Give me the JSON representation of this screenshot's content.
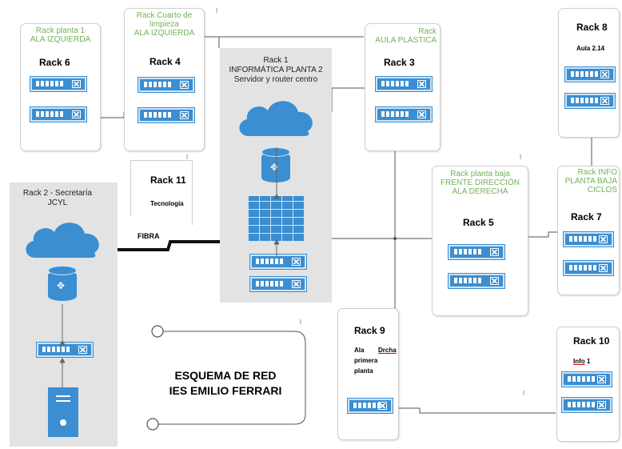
{
  "rack6": {
    "label": "Rack planta 1\nALA IZQUIERDA",
    "title": "Rack 6"
  },
  "rack4": {
    "label": "Rack Cuarto de\nlimpieza\nALA IZQUIERDA",
    "title": "Rack 4"
  },
  "rack1": {
    "label": "Rack 1\nINFORMÁTICA PLANTA 2\nServidor y router centro"
  },
  "rack3": {
    "label": "Rack\nAULA PLÁSTICA",
    "title": "Rack 3"
  },
  "rack8": {
    "title": "Rack 8",
    "subtitle": "Aula 2.14"
  },
  "rack11": {
    "title": "Rack 11",
    "subtitle": "Tecnología"
  },
  "rack2": {
    "label": "Rack 2 - Secretaría\nJCYL"
  },
  "fibra": "FIBRA",
  "rack5": {
    "label": "Rack planta baja\nFRENTE DIRECCIÓN\nALA DERECHA",
    "title": "Rack 5"
  },
  "rack7": {
    "label": "Rack INFO\nPLANTA BAJA\nCICLOS",
    "title": "Rack 7"
  },
  "rack9": {
    "title": "Rack 9",
    "line1_a": "Ala",
    "line1_b": "Drcha",
    "line2": "primera",
    "line3": "planta"
  },
  "rack10": {
    "title": "Rack 10",
    "info_a": "Info",
    "info_b": " 1"
  },
  "scheme": {
    "title_line1": "ESQUEMA DE RED",
    "title_line2": "IES EMILIO FERRARI"
  },
  "colors": {
    "green_text": "#73b15a",
    "switch_blue": "#3a8ed1",
    "panel_gray": "#e3e3e3"
  }
}
